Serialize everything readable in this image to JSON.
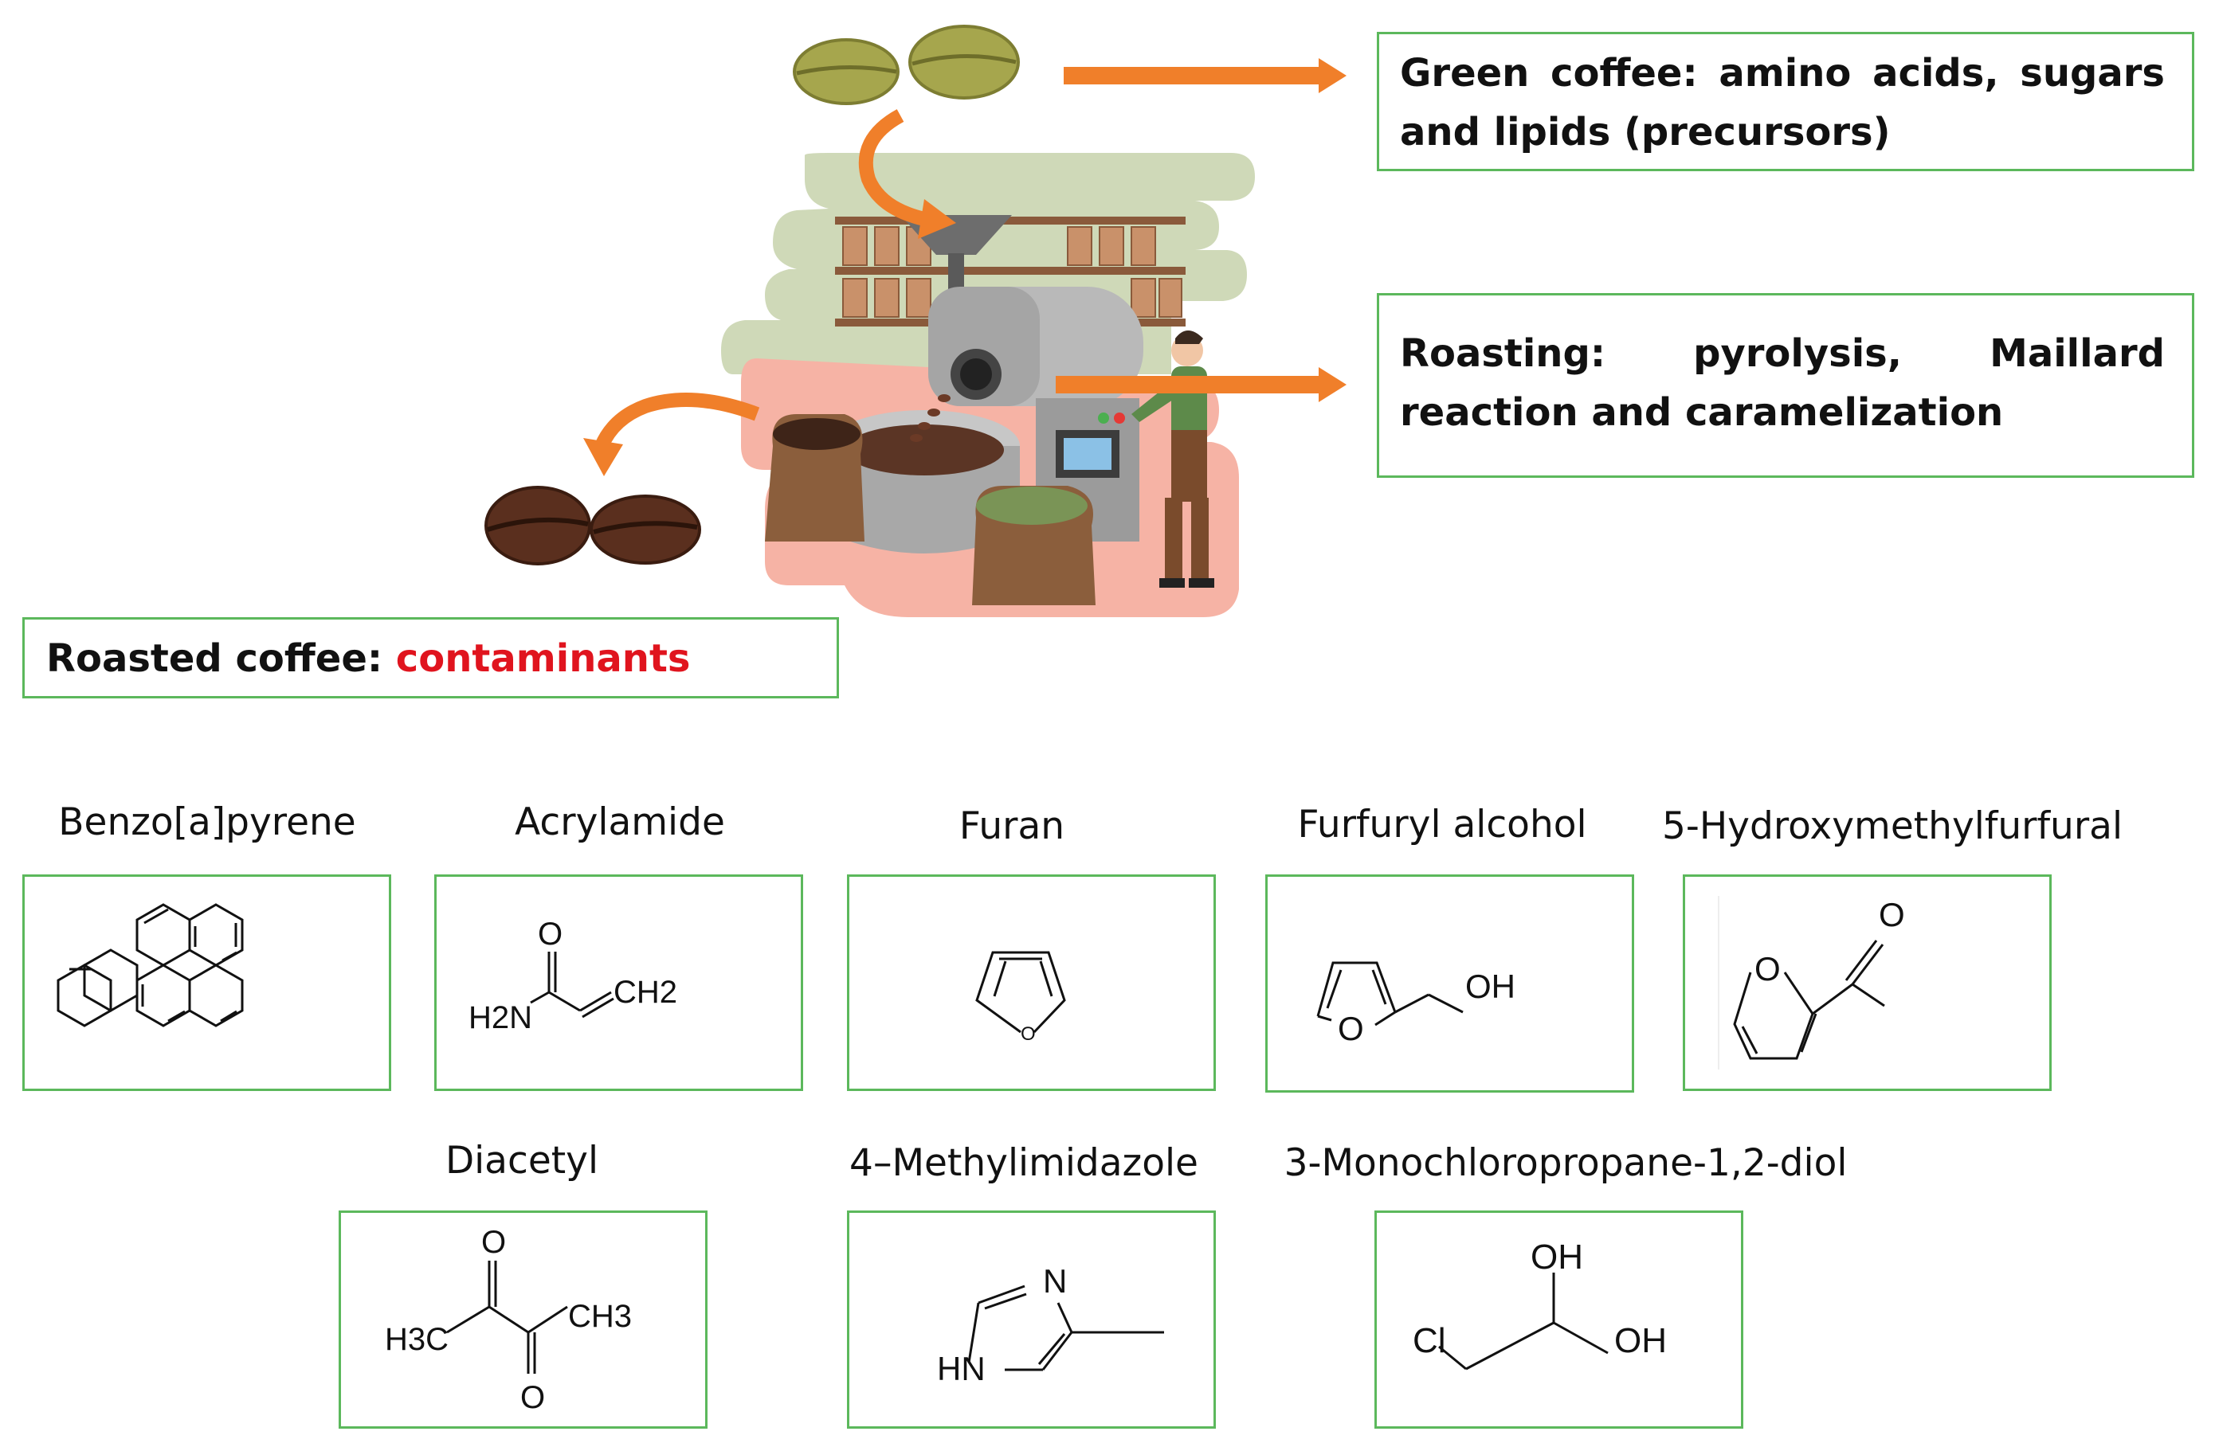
{
  "info_boxes": {
    "green": {
      "label": "Green coffee: amino acids, sugars and lipids (precursors)"
    },
    "roasting": {
      "label": "Roasting: pyrolysis, Maillard reaction and caramelization"
    },
    "roasted": {
      "label": "Roasted coffee: ",
      "highlight": "contaminants"
    }
  },
  "compounds": [
    {
      "id": "benzo-a-pyrene",
      "name": "Benzo[a]pyrene"
    },
    {
      "id": "acrylamide",
      "name": "Acrylamide",
      "atoms": [
        "O",
        "H2N",
        "CH2"
      ]
    },
    {
      "id": "furan",
      "name": "Furan",
      "atoms": [
        "O"
      ]
    },
    {
      "id": "furfuryl-alcohol",
      "name": "Furfuryl alcohol",
      "atoms": [
        "O",
        "OH"
      ]
    },
    {
      "id": "hmf",
      "name": "5-Hydroxymethylfurfural",
      "atoms": [
        "O",
        "O"
      ]
    },
    {
      "id": "diacetyl",
      "name": "Diacetyl",
      "atoms": [
        "O",
        "O",
        "H3C",
        "CH3"
      ]
    },
    {
      "id": "methylimidazole",
      "name": "4–Methylimidazole",
      "atoms": [
        "N",
        "HN"
      ]
    },
    {
      "id": "mcpd",
      "name": "3-Monochloropropane-1,2-diol",
      "atoms": [
        "OH",
        "Cl",
        "OH"
      ]
    }
  ],
  "colors": {
    "box_border": "#5cb85c",
    "arrow": "#f07f2a",
    "highlight": "#e0141e"
  }
}
